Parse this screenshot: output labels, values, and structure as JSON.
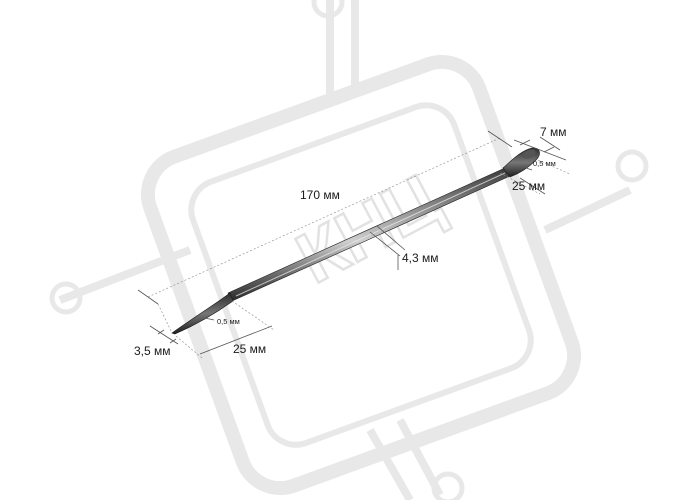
{
  "watermark": {
    "text": "КНЦ"
  },
  "dimensions": {
    "total_length": "170 мм",
    "shaft_diameter": "4,3 мм",
    "left_tip_width": "3,5 мм",
    "left_tip_length": "25 мм",
    "left_tip_thickness": "0,5 мм",
    "right_tip_width": "7 мм",
    "right_tip_length": "25 мм",
    "right_tip_thickness": "0,5 мм"
  }
}
